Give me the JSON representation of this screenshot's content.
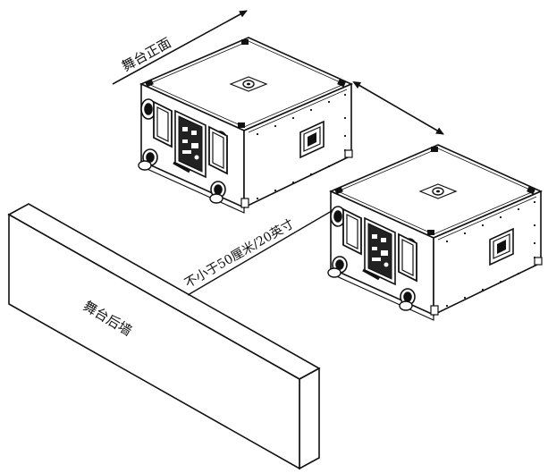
{
  "labels": {
    "stage_front": "舞台正面",
    "min_distance": "不小于50厘米/20英寸",
    "back_wall": "舞台后墙"
  },
  "colors": {
    "line": "#111111",
    "face": "#ffffff",
    "detail": "#222222"
  },
  "icons": [
    "arrow-icon",
    "double-arrow-icon",
    "speaker-cabinet-icon",
    "wall-icon"
  ]
}
